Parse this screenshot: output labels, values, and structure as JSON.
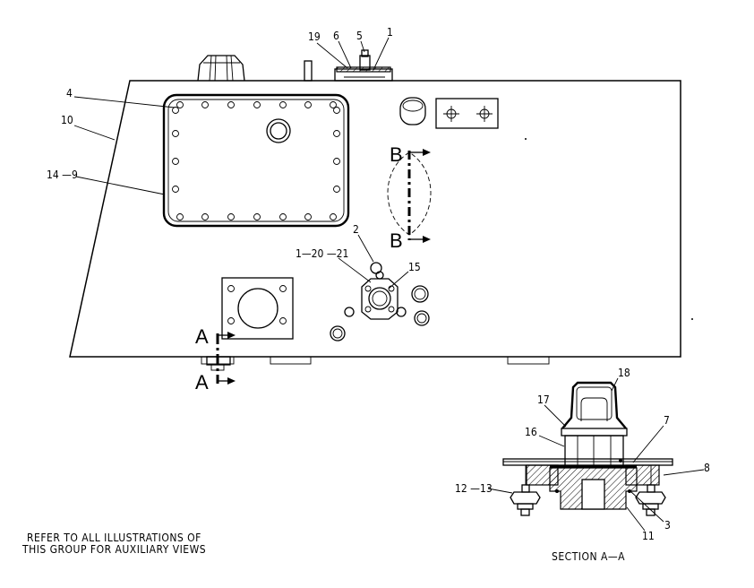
{
  "callouts": {
    "c19": "19",
    "c6": "6",
    "c5": "5",
    "c1": "1",
    "c4": "4",
    "c10": "10",
    "c14_9": "14 —9",
    "c2": "2",
    "c1_20_21": "1—20 —21",
    "c15": "15",
    "c18": "18",
    "c17": "17",
    "c16": "16",
    "c7": "7",
    "c8": "8",
    "c12_13": "12 —13",
    "c3": "3",
    "c11": "11"
  },
  "section_markers": {
    "a_top": "A",
    "a_bottom": "A",
    "b_top": "B",
    "b_bottom": "B"
  },
  "notes": {
    "line1": "REFER TO ALL ILLUSTRATIONS OF",
    "line2": "THIS GROUP FOR AUXILIARY VIEWS",
    "section_title": "SECTION A—A"
  }
}
